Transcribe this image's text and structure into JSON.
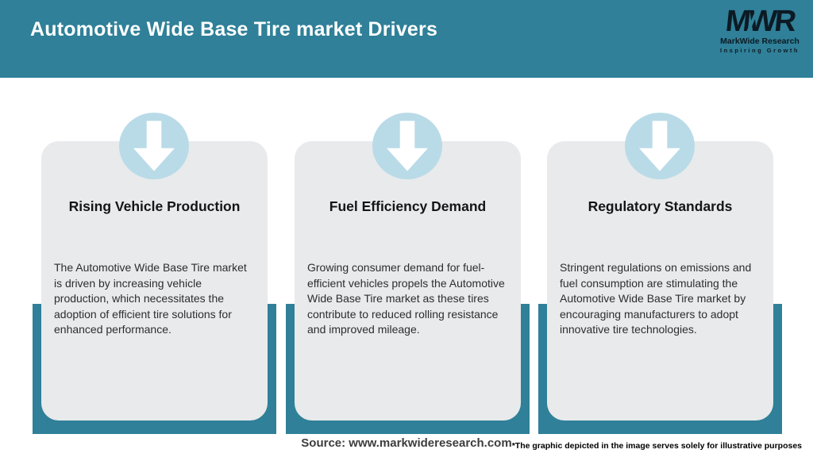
{
  "header": {
    "title": "Automotive Wide Base Tire market Drivers"
  },
  "logo": {
    "monogram": "MWR",
    "name": "MarkWide Research",
    "tagline": "Inspiring Growth"
  },
  "cards": [
    {
      "icon": "arrow-down-icon",
      "title": "Rising Vehicle Production",
      "description": "The Automotive Wide Base Tire market is driven by increasing vehicle production, which necessitates the adoption of efficient tire solutions for enhanced performance."
    },
    {
      "icon": "arrow-down-icon",
      "title": "Fuel Efficiency Demand",
      "description": "Growing consumer demand for fuel-efficient vehicles propels the Automotive Wide Base Tire market as these tires contribute to reduced rolling resistance and improved mileage."
    },
    {
      "icon": "arrow-down-icon",
      "title": "Regulatory Standards",
      "description": "Stringent regulations on emissions and fuel consumption are stimulating the Automotive Wide Base Tire market by encouraging manufacturers to adopt innovative tire technologies."
    }
  ],
  "footer": {
    "source": "Source: www.markwideresearch.com",
    "disclaimer": "*The graphic depicted in the image serves solely for illustrative purposes"
  },
  "colors": {
    "teal": "#2f8098",
    "card_background": "#e8eaec",
    "circle_blue": "#b9dbe7",
    "arrow": "#ffffff",
    "title_text": "#ffffff",
    "logo_text": "#0c1a24"
  }
}
